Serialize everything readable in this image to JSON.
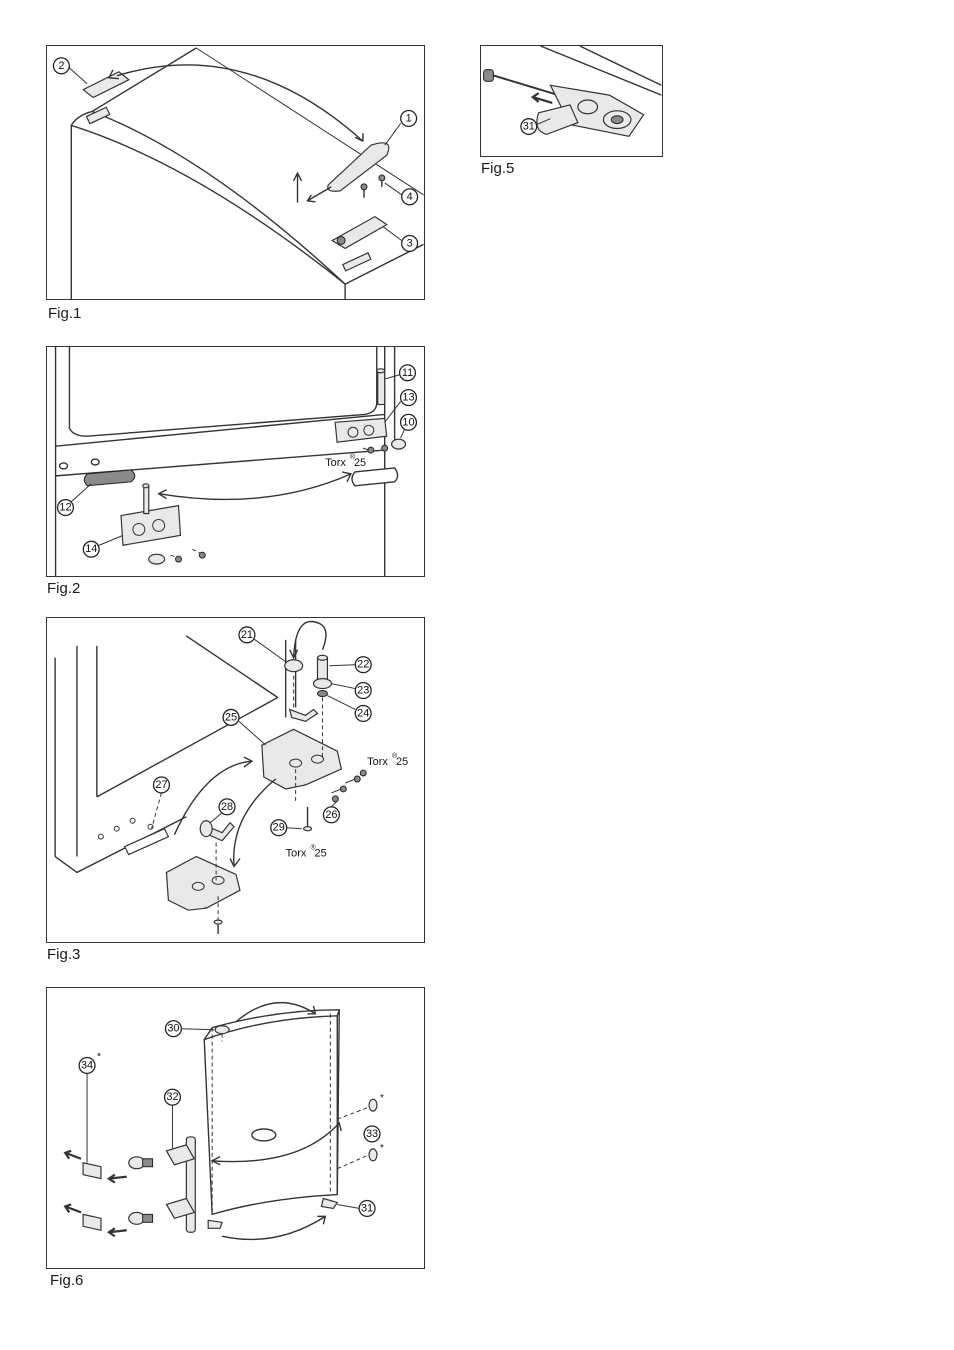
{
  "figures": [
    {
      "id": "fig1",
      "caption": "Fig.1",
      "callouts": [
        "1",
        "2",
        "3",
        "4"
      ]
    },
    {
      "id": "fig2",
      "caption": "Fig.2",
      "callouts": [
        "10",
        "11",
        "12",
        "13",
        "14"
      ],
      "tool": "Torx",
      "tool_mark": "®",
      "tool_size": "25"
    },
    {
      "id": "fig3",
      "caption": "Fig.3",
      "callouts": [
        "21",
        "22",
        "23",
        "24",
        "25",
        "26",
        "27",
        "28",
        "29"
      ],
      "tool": "Torx",
      "tool_mark": "®",
      "tool_size": "25"
    },
    {
      "id": "fig5",
      "caption": "Fig.5",
      "callouts": [
        "31"
      ]
    },
    {
      "id": "fig6",
      "caption": "Fig.6",
      "callouts": [
        "30",
        "31",
        "32",
        "33",
        "34"
      ],
      "optional_mark": "*"
    }
  ]
}
